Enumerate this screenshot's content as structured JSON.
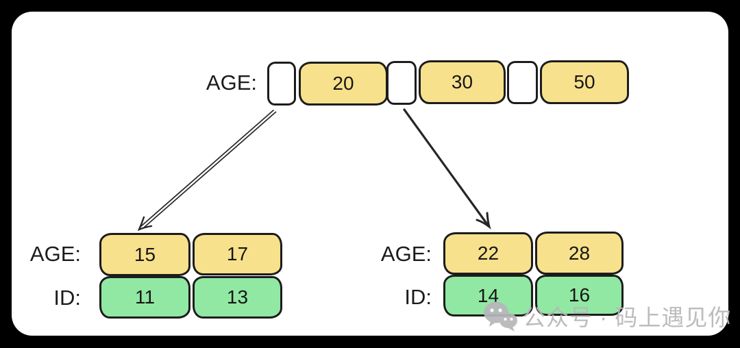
{
  "root_node": {
    "label": "AGE:",
    "keys": [
      "20",
      "30",
      "50"
    ]
  },
  "left_leaf": {
    "age_label": "AGE:",
    "id_label": "ID:",
    "age_values": [
      "15",
      "17"
    ],
    "id_values": [
      "11",
      "13"
    ]
  },
  "right_leaf": {
    "age_label": "AGE:",
    "id_label": "ID:",
    "age_values": [
      "22",
      "28"
    ],
    "id_values": [
      "14",
      "16"
    ]
  },
  "watermark": {
    "text": "公众号 · 码上遇见你",
    "icon": "wechat-icon"
  },
  "colors": {
    "age_key_fill": "#F8E18C",
    "id_fill": "#91E8A3",
    "stroke": "#1c1c1c",
    "arrow": "#262626",
    "watermark_gray": "#b7b7bb",
    "card_bg": "#ffffff",
    "outer_bg": "#000000"
  }
}
